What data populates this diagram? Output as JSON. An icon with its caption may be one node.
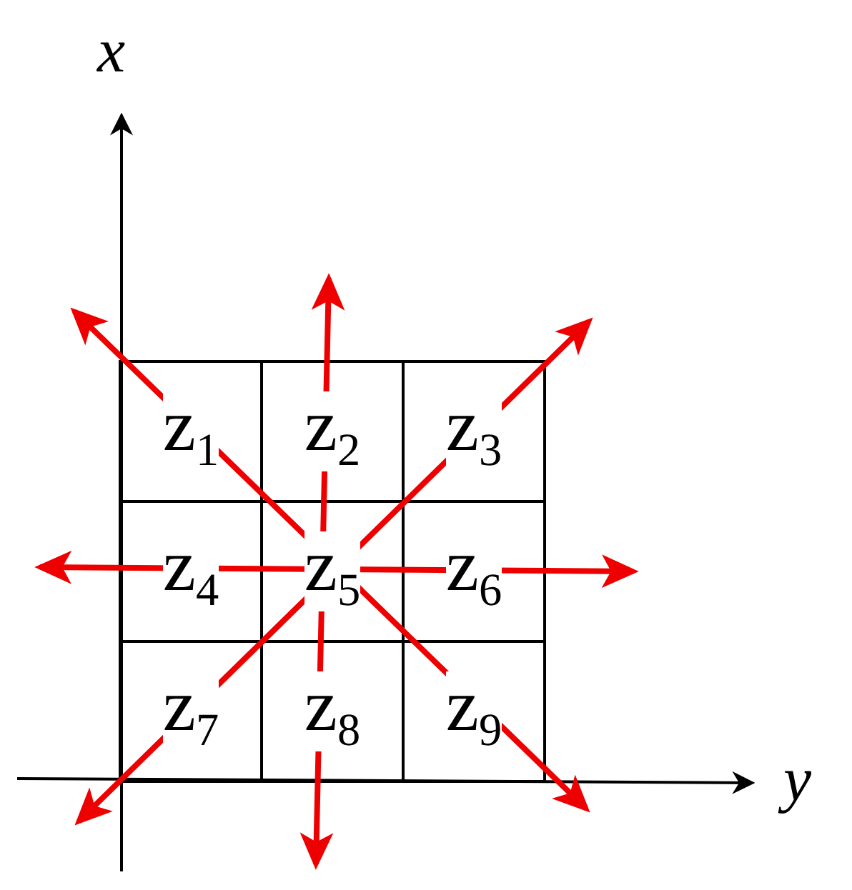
{
  "diagram": {
    "nodes": [
      {
        "text": [
          "z$_{1}$"
        ]
      },
      {
        "text": [
          "z$_{2}$"
        ]
      },
      {
        "text": [
          "z$_{3}$"
        ]
      },
      {
        "text": [
          "z$_{4}$"
        ]
      },
      {
        "text": [
          "z$_{5}$"
        ]
      },
      {
        "text": [
          "z$_{6}$"
        ]
      },
      {
        "text": [
          "z$_{7}$"
        ]
      },
      {
        "text": [
          "z$_{8}$"
        ]
      },
      {
        "text": [
          "z$_{9}$"
        ]
      }
    ],
    "labels": [
      "x",
      "y"
    ]
  }
}
